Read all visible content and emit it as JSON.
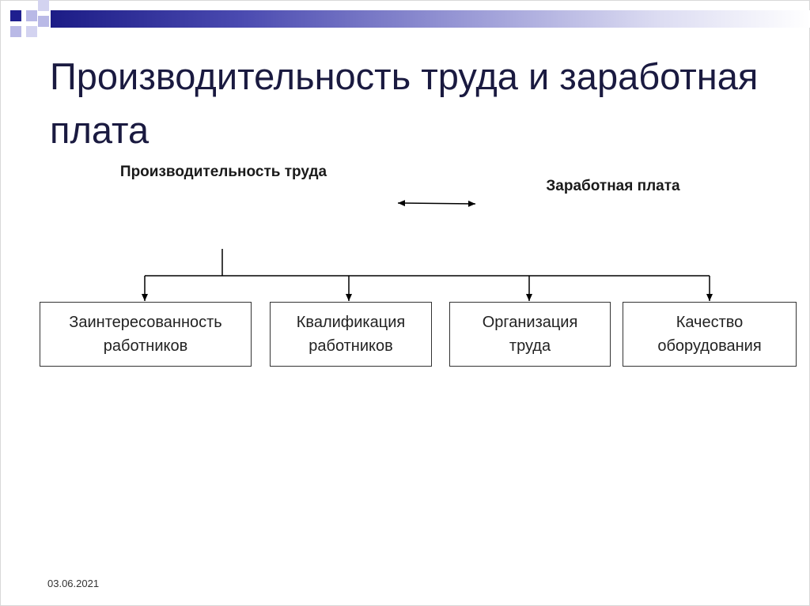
{
  "title": "Производительность труда и заработная плата",
  "left_label": "Производительность труда",
  "right_label": "Заработная плата",
  "factors": [
    "Заинтересованность\nработников",
    "Квалификация\nработников",
    "Организация\nтруда",
    "Качество\nоборудования"
  ],
  "date": "03.06.2021",
  "colors": {
    "accent": "#1f1f8f",
    "title": "#1a1a40",
    "line": "#000000"
  }
}
